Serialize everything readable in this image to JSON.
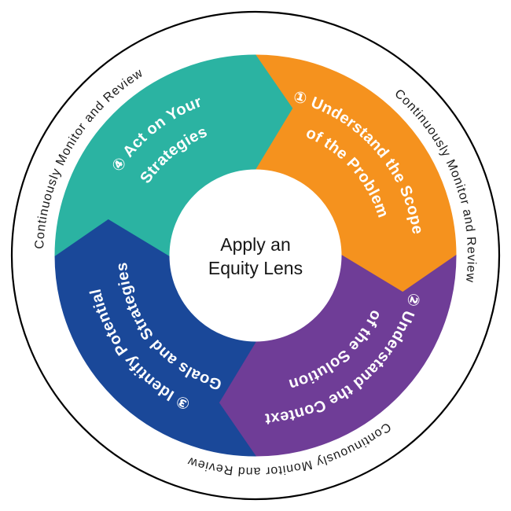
{
  "background_color": "#FFFFFF",
  "outer_ring": {
    "border_color": "#000000",
    "text": "Continuously Monitor and Review",
    "repetitions": 3,
    "text_color": "#1A1A1A"
  },
  "center_label": {
    "line1": "Apply an",
    "line2": "Equity Lens",
    "text_color": "#161616"
  },
  "segments": [
    {
      "step_number": "1",
      "badge": "①",
      "line1": "① Understand the Scope",
      "line2": "of the Problem",
      "label": "Understand the Scope of the Problem",
      "color": "#F5921E",
      "text_color": "#FFFFFF",
      "position": "top-right"
    },
    {
      "step_number": "2",
      "badge": "②",
      "line1": "② Understand the Context",
      "line2": "of the Solution",
      "label": "Understand the Context of the Solution",
      "color": "#6F3D97",
      "text_color": "#FFFFFF",
      "position": "bottom-right"
    },
    {
      "step_number": "3",
      "badge": "③",
      "line1": "③ Identify Potential",
      "line2": "Goals and Strategies",
      "label": "Identify Potential Goals and Strategies",
      "color": "#1A4899",
      "text_color": "#FFFFFF",
      "position": "bottom-left"
    },
    {
      "step_number": "4",
      "badge": "④",
      "line1": "④ Act on Your",
      "line2": "Strategies",
      "label": "Act on Your Strategies",
      "color": "#2BB3A2",
      "text_color": "#FFFFFF",
      "position": "top-left"
    }
  ]
}
